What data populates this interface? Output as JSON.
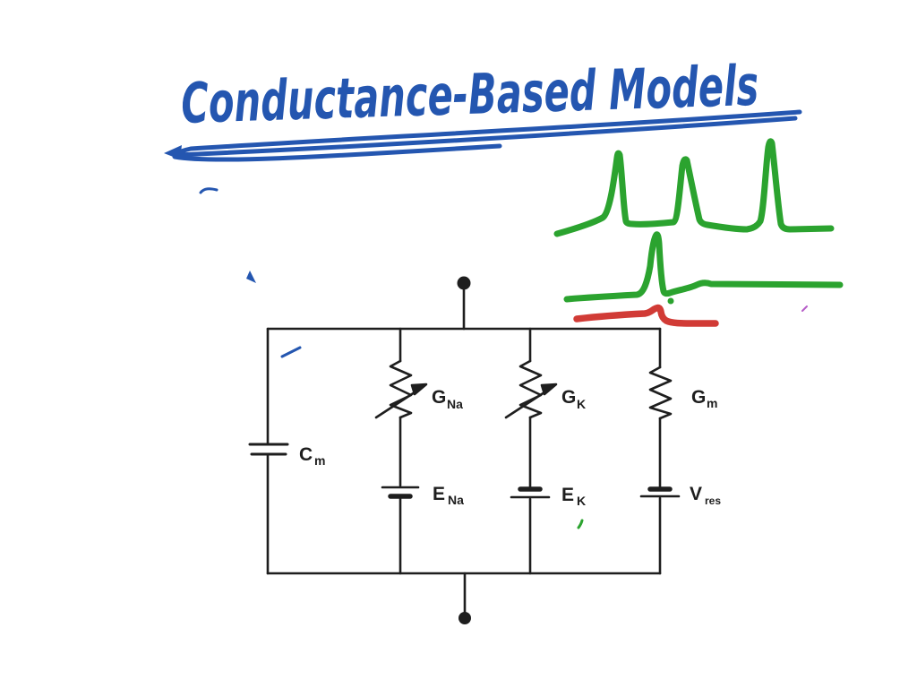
{
  "colors": {
    "background": "#ffffff",
    "blue": "#2456b0",
    "green": "#2ba32f",
    "red": "#d13b36",
    "magenta": "#b65cc8",
    "ink": "#1e1e1e"
  },
  "title": {
    "text": "Conductance-Based Models"
  },
  "circuit": {
    "labels": {
      "cm": {
        "main": "C",
        "sub": "m"
      },
      "gna": {
        "main": "G",
        "sub": "Na"
      },
      "ena": {
        "main": "E",
        "sub": "Na"
      },
      "gk": {
        "main": "G",
        "sub": "K"
      },
      "ek": {
        "main": "E",
        "sub": "K"
      },
      "gm": {
        "main": "G",
        "sub": "m"
      },
      "vres": {
        "main": "V",
        "sub": "res"
      }
    }
  }
}
